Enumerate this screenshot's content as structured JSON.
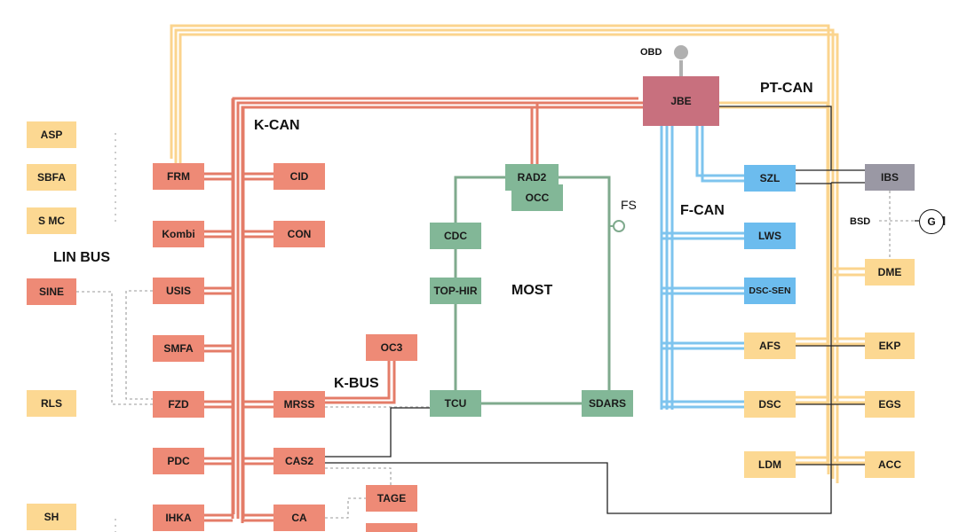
{
  "colors": {
    "kcan_node": "#ee8a76",
    "kcan_wire": "#e47c68",
    "ptcan_node": "#fcd892",
    "ptcan_wire": "#fbd48e",
    "lin_node": "#fdd894",
    "most_node": "#82b797",
    "most_wire": "#7faa8d",
    "fcan_node": "#6cbcee",
    "fcan_wire": "#7ec4ee",
    "jbe_node": "#c8707e",
    "ibs_node": "#9a98a4",
    "obd_stub": "#b0b0b0",
    "thin_wire": "#222222",
    "dashed_wire": "#9a9a9a"
  },
  "nodes": {
    "asp": "ASP",
    "sbfa": "SBFA",
    "smc": "S MC",
    "sine": "SINE",
    "rls": "RLS",
    "sh": "SH",
    "frm": "FRM",
    "kombi": "Kombi",
    "usis": "USIS",
    "smfa": "SMFA",
    "fzd": "FZD",
    "pdc": "PDC",
    "ihka": "IHKA",
    "cid": "CID",
    "con": "CON",
    "mrss": "MRSS",
    "cas2": "CAS2",
    "ca": "CA",
    "tage": "TAGE",
    "oc3": "OC3",
    "rad2": "RAD2",
    "occ": "OCC",
    "cdc": "CDC",
    "tophir": "TOP-HIR",
    "tcu": "TCU",
    "sdars": "SDARS",
    "jbe": "JBE",
    "szl": "SZL",
    "lws": "LWS",
    "dscsen": "DSC-SEN",
    "afs": "AFS",
    "dsc": "DSC",
    "ldm": "LDM",
    "ibs": "IBS",
    "dme": "DME",
    "ekp": "EKP",
    "egs": "EGS",
    "acc": "ACC"
  },
  "labels": {
    "k_can": "K-CAN",
    "pt_can": "PT-CAN",
    "f_can": "F-CAN",
    "lin_bus": "LIN BUS",
    "k_bus": "K-BUS",
    "most": "MOST",
    "obd": "OBD",
    "fs": "FS",
    "bsd": "BSD",
    "generator": "G"
  },
  "icons": {
    "obd_port": "obd-port-icon",
    "fs_connector": "fs-connector-icon",
    "generator": "generator-icon"
  }
}
